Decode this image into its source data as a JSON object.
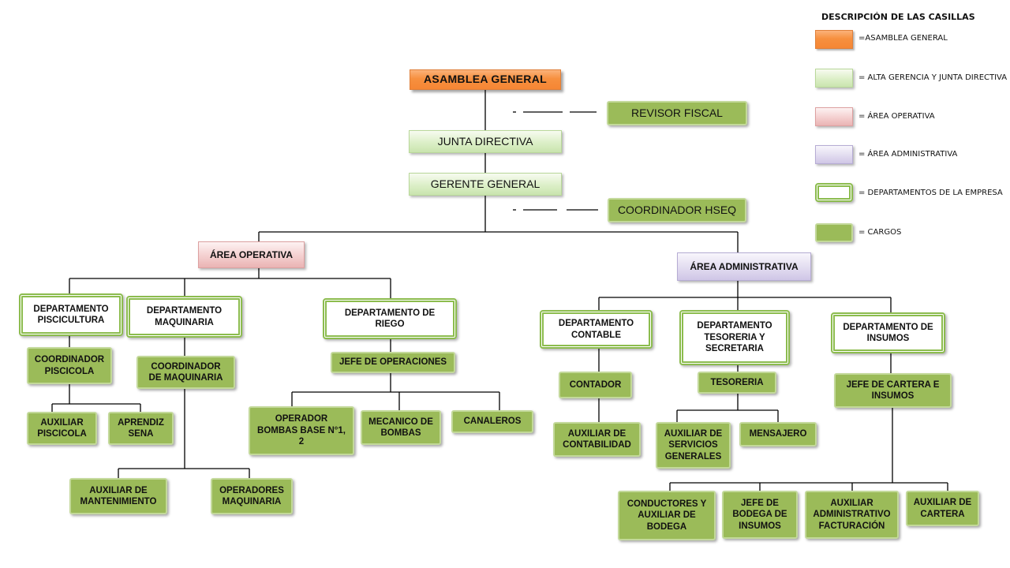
{
  "legend": {
    "title": "DESCRIPCIÓN DE LAS CASILLAS",
    "items": [
      {
        "label": "=ASAMBLEA GENERAL",
        "color": "#f7903f"
      },
      {
        "label": "= ALTA GERENCIA  Y JUNTA DIRECTIVA",
        "color": "#dcefc7"
      },
      {
        "label": "= ÁREA OPERATIVA",
        "color": "#f4cfcf"
      },
      {
        "label": "= ÁREA ADMINISTRATIVA",
        "color": "#e2dcf0"
      },
      {
        "label": "= DEPARTAMENTOS DE LA EMPRESA",
        "color": "#ffffff"
      },
      {
        "label": "= CARGOS",
        "color": "#9bbb59"
      }
    ]
  },
  "org": {
    "asamblea": "ASAMBLEA GENERAL",
    "revisor": "REVISOR FISCAL",
    "junta": "JUNTA DIRECTIVA",
    "gerente": "GERENTE GENERAL",
    "hseq": "COORDINADOR HSEQ",
    "area_operativa": "ÁREA OPERATIVA",
    "area_administrativa": "ÁREA ADMINISTRATIVA",
    "dept_piscicultura": "DEPARTAMENTO\nPISCICULTURA",
    "dept_maquinaria": "DEPARTAMENTO\nMAQUINARIA",
    "dept_riego": "DEPARTAMENTO DE\nRIEGO",
    "dept_contable": "DEPARTAMENTO\nCONTABLE",
    "dept_tesoreria": "DEPARTAMENTO\nTESORERIA Y\nSECRETARIA",
    "dept_insumos": "DEPARTAMENTO DE\nINSUMOS",
    "coord_piscicola": "COORDINADOR\nPISCICOLA",
    "aux_piscicola": "AUXILIAR\nPISCICOLA",
    "aprendiz_sena": "APRENDIZ\nSENA",
    "coord_maquinaria": "COORDINADOR\nDE MAQUINARIA",
    "aux_mantenimiento": "AUXILIAR DE\nMANTENIMIENTO",
    "operadores_maquinaria": "OPERADORES\nMAQUINARIA",
    "jefe_operaciones": "JEFE DE OPERACIONES",
    "operador_bombas": "OPERADOR\nBOMBAS BASE N°1,\n2",
    "mecanico_bombas": "MECANICO DE\nBOMBAS",
    "canaleros": "CANALEROS",
    "contador": "CONTADOR",
    "aux_contabilidad": "AUXILIAR DE\nCONTABILIDAD",
    "tesoreria": "TESORERIA",
    "aux_servicios": "AUXILIAR DE\nSERVICIOS\nGENERALES",
    "mensajero": "MENSAJERO",
    "jefe_cartera": "JEFE DE CARTERA  E\nINSUMOS",
    "conductores": "CONDUCTORES Y\nAUXILIAR DE\nBODEGA",
    "jefe_bodega": "JEFE DE\nBODEGA DE\nINSUMOS",
    "aux_facturacion": "AUXILIAR\nADMINISTRATIVO\nFACTURACIÓN",
    "aux_cartera": "AUXILIAR DE\nCARTERA"
  }
}
